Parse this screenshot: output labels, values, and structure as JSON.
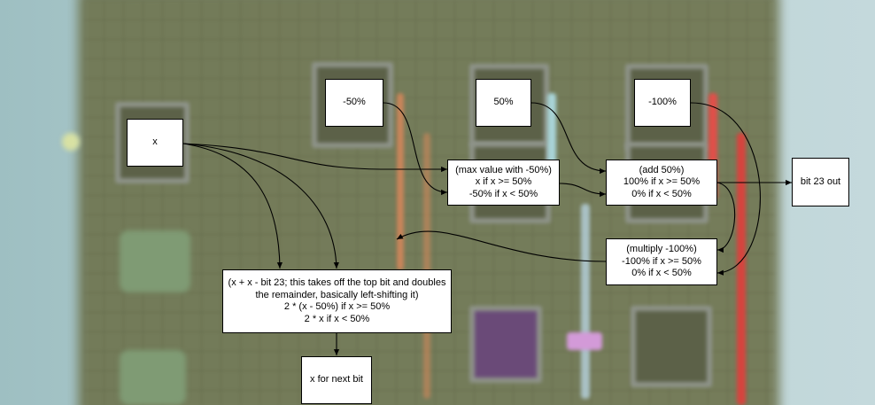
{
  "nodes": {
    "x": {
      "lines": [
        "x"
      ]
    },
    "neg50": {
      "lines": [
        "-50%"
      ]
    },
    "pos50": {
      "lines": [
        "50%"
      ]
    },
    "neg100": {
      "lines": [
        "-100%"
      ]
    },
    "max": {
      "lines": [
        "(max value with -50%)",
        "x if x >= 50%",
        "-50% if x < 50%"
      ]
    },
    "add": {
      "lines": [
        "(add 50%)",
        "100% if x >= 50%",
        "0% if x < 50%"
      ]
    },
    "bit23": {
      "lines": [
        "bit 23 out"
      ]
    },
    "mult": {
      "lines": [
        "(multiply -100%)",
        "-100% if x >= 50%",
        "0% if x < 50%"
      ]
    },
    "shift": {
      "lines": [
        "(x + x - bit 23; this takes off the top bit and doubles",
        "the remainder, basically left-shifting it)",
        "2 * (x - 50%) if x >= 50%",
        "2 * x if x < 50%"
      ]
    },
    "next": {
      "lines": [
        "x for next bit"
      ]
    }
  }
}
